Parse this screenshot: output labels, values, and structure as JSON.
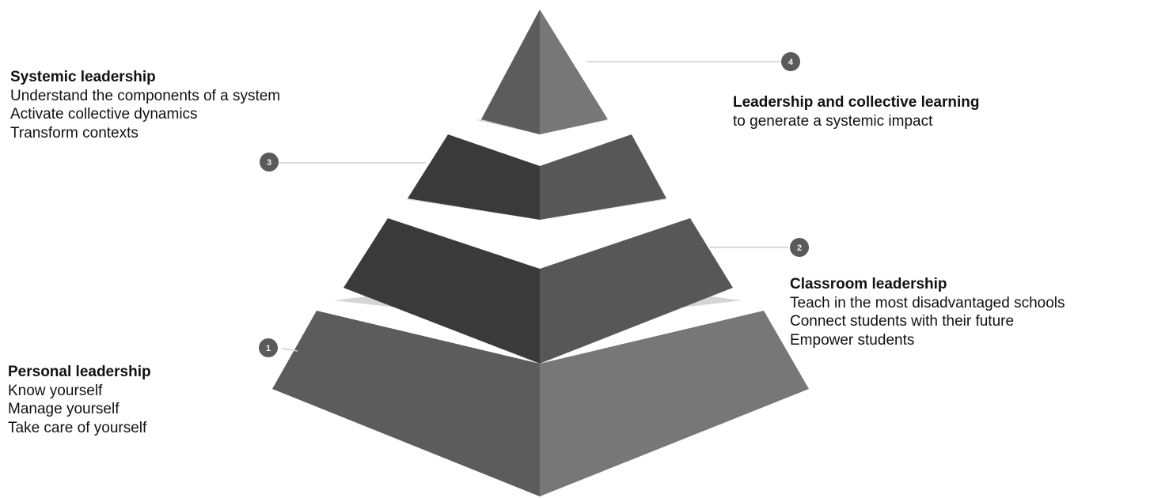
{
  "levels": [
    {
      "number": "4",
      "title": "Leadership and collective learning",
      "lines": [
        "to generate a systemic impact"
      ]
    },
    {
      "number": "3",
      "title": "Systemic leadership",
      "lines": [
        "Understand the components of a system",
        "Activate collective dynamics",
        "Transform contexts"
      ]
    },
    {
      "number": "2",
      "title": "Classroom leadership",
      "lines": [
        "Teach in the most disadvantaged schools",
        "Connect students with their future",
        "Empower students"
      ]
    },
    {
      "number": "1",
      "title": "Personal leadership",
      "lines": [
        "Know yourself",
        "Manage yourself",
        "Take care of yourself"
      ]
    }
  ],
  "colors": {
    "tier_dark_left": "#3a3a3a",
    "tier_dark_right": "#575757",
    "tier_mid_left": "#5c5c5c",
    "tier_mid_right": "#777777",
    "gap_light": "#d5d5d5",
    "badge": "#5a5a5a",
    "connector": "#cfcfcf"
  }
}
